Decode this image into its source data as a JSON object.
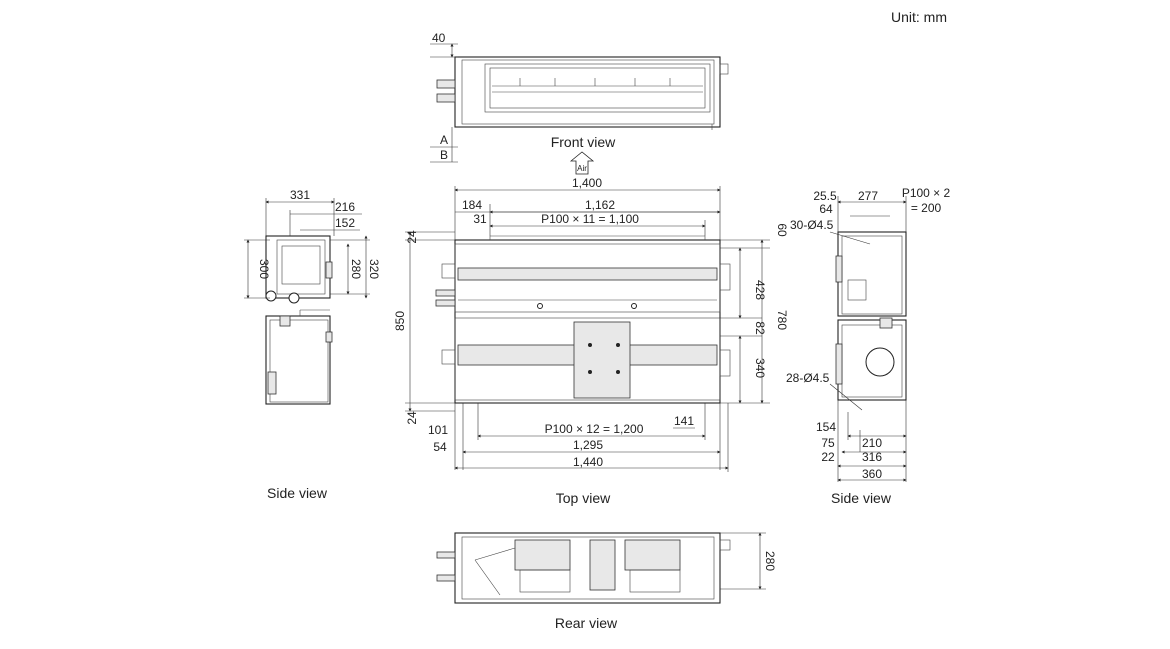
{
  "unit": "Unit: mm",
  "labels": {
    "front": "Front view",
    "top": "Top view",
    "rear": "Rear view",
    "side_left": "Side view",
    "side_right": "Side view",
    "air": "Air"
  },
  "front_dims": {
    "d40": "40",
    "A": "A",
    "B": "B"
  },
  "top_dims": {
    "w1400": "1,400",
    "w1162": "1,162",
    "w184": "184",
    "w31": "31",
    "pitch_top": "P100 × 11 = 1,100",
    "pitch_bottom": "P100 × 12 = 1,200",
    "w101": "101",
    "w54": "54",
    "w1295": "1,295",
    "w1440": "1,440",
    "w141": "141",
    "h24_top": "24",
    "h24_bot": "24",
    "h850": "850",
    "h60": "60",
    "h428": "428",
    "h82": "82",
    "h340": "340",
    "h780": "780"
  },
  "left_dims": {
    "w331": "331",
    "w216": "216",
    "w152": "152",
    "h300": "300",
    "h280": "280",
    "h320": "320"
  },
  "right_dims": {
    "w25_5": "25.5",
    "w277": "277",
    "w64": "64",
    "pitch1": "P100 × 2",
    "pitch2": "= 200",
    "holes_top": "30-Ø4.5",
    "holes_bot": "28-Ø4.5",
    "w154": "154",
    "w75": "75",
    "w210": "210",
    "w22": "22",
    "w316": "316",
    "w360": "360"
  },
  "rear_dims": {
    "h280": "280"
  }
}
